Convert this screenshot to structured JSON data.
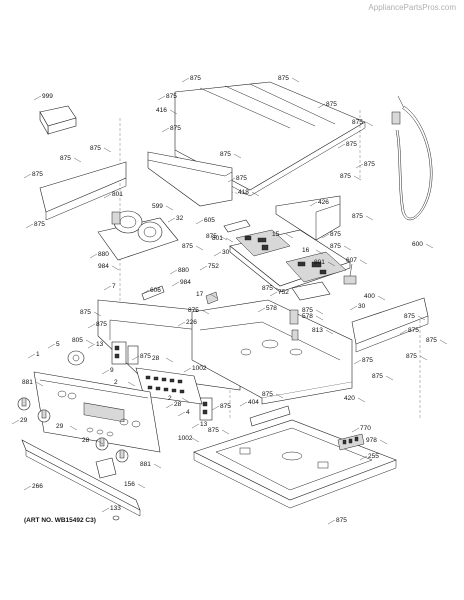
{
  "site": {
    "watermark": "AppliancePartsPros.com"
  },
  "caption": "(ART NO. WB15492 C3)",
  "part_labels": [
    "875",
    "875",
    "875",
    "416",
    "875",
    "875",
    "875",
    "875",
    "999",
    "875",
    "875",
    "875",
    "875",
    "875",
    "875",
    "418",
    "801",
    "599",
    "32",
    "875",
    "426",
    "875",
    "605",
    "875",
    "875",
    "801",
    "875",
    "875",
    "880",
    "15",
    "30",
    "984",
    "880",
    "16",
    "752",
    "801",
    "984",
    "607",
    "606",
    "17",
    "752",
    "875",
    "7",
    "400",
    "875",
    "875",
    "578",
    "875",
    "226",
    "578",
    "30",
    "875",
    "13",
    "813",
    "5",
    "805",
    "875",
    "28",
    "1002",
    "881",
    "9",
    "2",
    "875",
    "875",
    "4",
    "875",
    "404",
    "875",
    "29",
    "28",
    "13",
    "420",
    "875",
    "29",
    "770",
    "978",
    "28",
    "1002",
    "255",
    "881",
    "266",
    "156",
    "133",
    "875",
    "875",
    "875",
    "875",
    "875",
    "1",
    "2",
    "875",
    "600"
  ]
}
